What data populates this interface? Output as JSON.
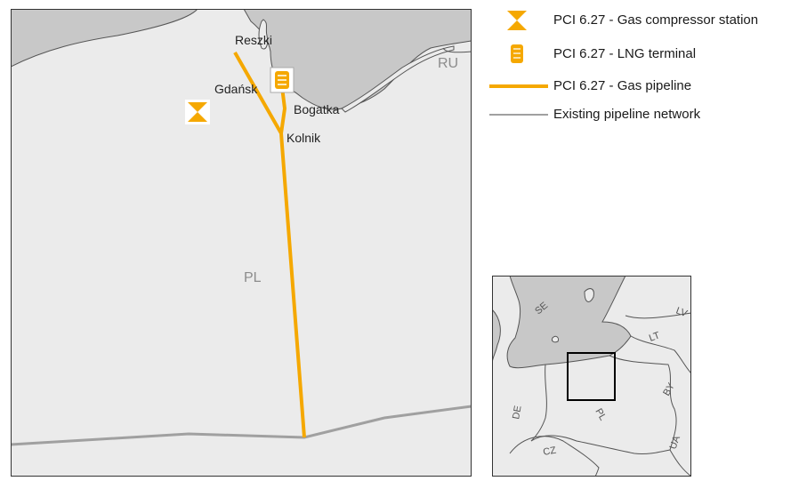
{
  "main_map": {
    "country_labels": [
      "RU",
      "PL"
    ],
    "place_labels": [
      "Reszki",
      "Gdańsk",
      "Bogatka",
      "Kolnik"
    ],
    "colors": {
      "sea": "#c8c8c8",
      "land": "#ebebeb",
      "border": "#555555",
      "pci_pipeline": "#f5a800",
      "existing_pipeline": "#a0a0a0",
      "country_label": "#8c8c8c"
    }
  },
  "legend": {
    "items": [
      {
        "icon": "gas-compressor-station-icon",
        "label": "PCI 6.27 - Gas compressor station"
      },
      {
        "icon": "lng-terminal-icon",
        "label": "PCI 6.27 - LNG terminal"
      },
      {
        "icon": "gas-pipeline-line",
        "label": "PCI 6.27 - Gas pipeline"
      },
      {
        "icon": "existing-pipeline-line",
        "label": "Existing pipeline network"
      }
    ]
  },
  "inset_map": {
    "country_labels": [
      "SE",
      "LV",
      "LT",
      "BY",
      "PL",
      "DE",
      "CZ",
      "UA"
    ]
  }
}
